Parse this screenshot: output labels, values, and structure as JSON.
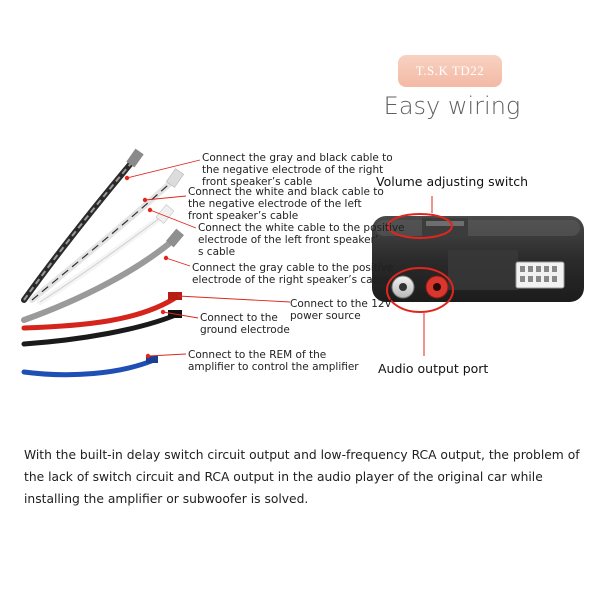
{
  "badge": {
    "text": "T.S.K TD22"
  },
  "headline": "Easy wiring",
  "callouts": {
    "volume_switch": "Volume adjusting switch",
    "audio_output": "Audio output port"
  },
  "wire_labels": [
    [
      "Connect the gray and black cable to",
      "the negative electrode of the right",
      "front speaker’s cable"
    ],
    [
      "Connect the white and black cable to",
      "the negative electrode of the left",
      "front speaker’s cable"
    ],
    [
      "Connect the white cable to the positive",
      "electrode of the left front speaker’",
      "s cable"
    ],
    [
      "Connect the gray cable to the positive",
      "electrode of the right speaker’s cable"
    ],
    [
      "Connect to the 12V",
      "power source"
    ],
    [
      "Connect to the",
      "ground electrode"
    ],
    [
      "Connect to the REM of the",
      "amplifier to control the amplifier"
    ]
  ],
  "description": "With the built-in delay switch circuit output and low-frequency RCA output, the problem of the lack of switch circuit and RCA output in the audio player of the original car while installing the amplifier or subwoofer is solved.",
  "colors": {
    "badge_bg": "#f3b9a4",
    "accent_red": "#e0261e",
    "wire_gray": "#9a9a9a",
    "wire_black": "#1a1a1a",
    "wire_red": "#d4241c",
    "wire_blue": "#1f4fb4",
    "device_body": "#2e2e2e"
  },
  "icons": {
    "device": "line-converter-device-icon",
    "rca_white": "rca-jack-white-icon",
    "rca_red": "rca-jack-red-icon",
    "connector": "wire-connector-icon"
  }
}
